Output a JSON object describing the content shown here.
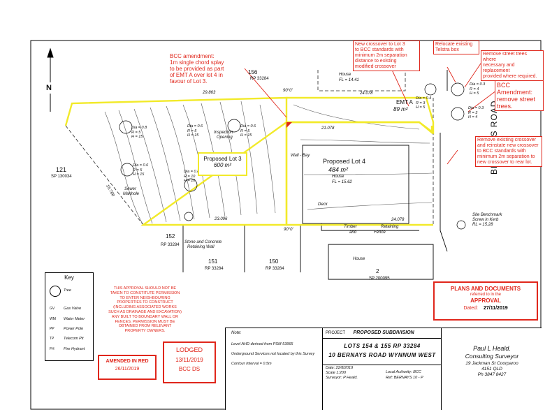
{
  "callouts": {
    "bcc_amendment": [
      "BCC amendment:",
      "1m single chord splay",
      "to be provided as part",
      "of EMT A over lot 4 in",
      "favour of Lot 3."
    ],
    "new_crossover": [
      "New crossover to Lot 3",
      "to BCC standards with",
      "minimum 2m separation",
      "distance to existing",
      "modified crossover"
    ],
    "relocate_telstra": [
      "Relocate existing",
      "Telstra box"
    ],
    "remove_street_trees_small": [
      "Remove street trees where",
      "necessary and replacement",
      "provided where required."
    ],
    "bcc_amendment_remove": [
      "BCC Amendment:",
      "remove street",
      "trees."
    ],
    "remove_crossover": [
      "Remove existing crossover",
      "and reinstate new crossover",
      "to BCC standards with",
      "minimum 2m separation to",
      "new crossover to rear lot."
    ]
  },
  "plan": {
    "lot156": "156",
    "rp33284_top": "RP 33284",
    "lot121": "121",
    "sp130034": "SP 130034",
    "lot152": "152",
    "rp33284_152": "RP 33284",
    "lot151": "151",
    "rp33284_151": "RP 33284",
    "lot150": "150",
    "rp33284_150": "RP 33284",
    "lot2": "2",
    "sp200095": "SP 200095",
    "road": "BERNAYS ROAD",
    "dim_top": "29.863",
    "dim_bottom": "23.096",
    "dim_right": "24.078",
    "dim_right2": "24.078",
    "dim_inner": "21.078",
    "dim_left": "15.768",
    "angle_top": "90°0'",
    "angle_bottom": "90°0'",
    "house_top": "House",
    "house_top_fl": "FL = 14.41",
    "house_lot4": "House",
    "house_lot4_fl": "FL = 15.62",
    "house_lower": "House",
    "deck": "Deck",
    "inspection": "Inspection",
    "opening": "Opening",
    "sewer": "Sewer",
    "manhole": "Manhole",
    "wall_bay": "Wall - Bay",
    "timber": "Timber",
    "and": "and",
    "retaining": "Retaining",
    "fence": "Fence",
    "stone_wall": "Stone and Concrete",
    "retaining_wall": "Retaining Wall",
    "benchmark": [
      "Site Benchmark",
      "Screw in Kerb",
      "RL = 15.28"
    ],
    "emt": "EMT A",
    "emt_area": "89 m²",
    "lot3_label": "Proposed Lot 3",
    "lot3_area": "600 m²",
    "lot4_label": "Proposed Lot 4",
    "lot4_area": "484 m²",
    "north": "N",
    "trees": [
      [
        "Dia = 0.8",
        "R = 5",
        "H = 15"
      ],
      [
        "Dia = 0.6",
        "R = 5",
        "H = 15"
      ],
      [
        "Dia = 0.8",
        "R = 10",
        "H = 10"
      ],
      [
        "Dia = 0.6",
        "R = 5",
        "H = 15"
      ],
      [
        "Dia = 0.6",
        "R = 5",
        "H = 15"
      ],
      [
        "Dia = 0.4",
        "R = 3",
        "H = 5"
      ],
      [
        "Dia = 0.3",
        "R = 4",
        "H = 5"
      ],
      [
        "Dia = 0.3",
        "R = 3",
        "H = 4"
      ]
    ]
  },
  "key": {
    "title": "Key",
    "items": [
      {
        "sym": "",
        "label": "Tree"
      },
      {
        "sym": "GV",
        "label": "Gas Valve"
      },
      {
        "sym": "WM",
        "label": "Water Meter"
      },
      {
        "sym": "PP",
        "label": "Power Pole"
      },
      {
        "sym": "TP",
        "label": "Telecom Pit"
      },
      {
        "sym": "FH",
        "label": "Fire Hydrant"
      }
    ]
  },
  "disclaimer": [
    "THIS APPROVAL SHOULD NOT BE",
    "TAKEN TO CONSTITUTE PERMISSION",
    "TO ENTER NEIGHBOURING",
    "PROPERTIES TO CONSTRUCT",
    "(INCLUDING ASSOCIATED WORKS",
    "SUCH AS DRAINAGE AND EXCAVATION)",
    "ANY BUILT TO BOUNDARY WALL OR",
    "FENCES.  PERMISSION MUST BE",
    "OBTAINED FROM RELEVANT",
    "PROPERTY OWNERS."
  ],
  "stamps": {
    "amended": {
      "title": "AMENDED IN RED",
      "date": "26/11/2019"
    },
    "lodged": {
      "title": "LODGED",
      "date": "13/11/2019",
      "by": "BCC DS"
    },
    "approval": {
      "title": "PLANS AND DOCUMENTS",
      "sub": "referred to in the",
      "word": "APPROVAL",
      "dated_label": "Dated:",
      "dated": "27/11/2019"
    }
  },
  "title_block": {
    "note_label": "Note:",
    "notes": [
      "Level AHD derived from PSM 53965",
      "Underground Services not located by this Survey",
      "Contour Interval = 0.5m"
    ],
    "project_label": "PROJECT",
    "project": "PROPOSED SUBDIVISION",
    "lots": "LOTS 154 & 155 RP 33284",
    "address": "10 BERNAYS ROAD WYNNUM WEST",
    "date": "Date: 22/8/2019",
    "scale": "Scale 1:200",
    "surveyor": "Surveyor: P Heald.",
    "authority": "Local Authority: BCC",
    "ref": "Ref: BERNAYS 10 - P",
    "company": [
      "Paul L Heald.",
      "Consulting Surveyor",
      "19 Jackman St Coorparoo",
      "4151 QLD",
      "Ph 3847 8427"
    ]
  }
}
